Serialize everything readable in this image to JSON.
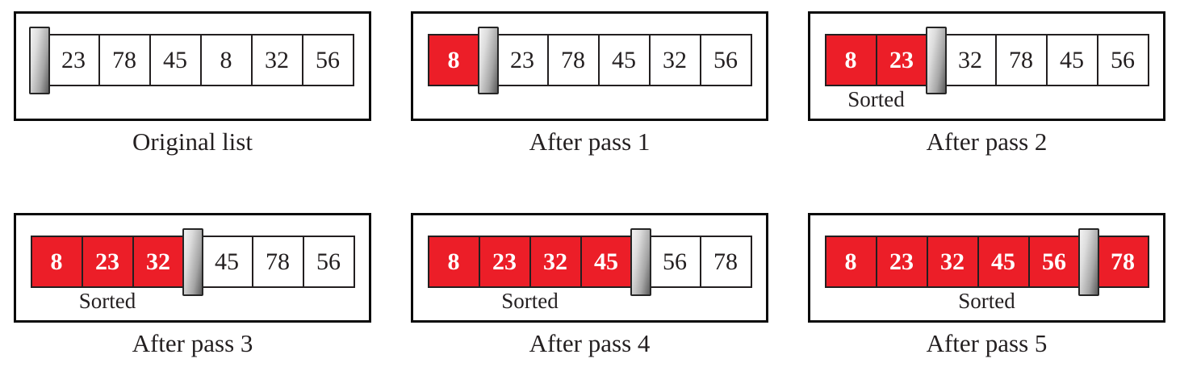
{
  "palette": {
    "sorted_cell_bg": "#ec1e28",
    "sorted_cell_text": "#ffffff",
    "cell_bg": "#ffffff",
    "cell_text": "#231f20",
    "cell_border": "#231f20",
    "outer_border": "#0a0a0a",
    "bar_border": "#262626",
    "caption_text": "#231f20"
  },
  "panels": [
    {
      "caption": "Original list",
      "bar_index": 0,
      "sorted_label": "",
      "sorted_span": "none",
      "cells": [
        {
          "value": "23",
          "sorted": false
        },
        {
          "value": "78",
          "sorted": false
        },
        {
          "value": "45",
          "sorted": false
        },
        {
          "value": "8",
          "sorted": false
        },
        {
          "value": "32",
          "sorted": false
        },
        {
          "value": "56",
          "sorted": false
        }
      ]
    },
    {
      "caption": "After pass 1",
      "bar_index": 1,
      "sorted_label": "",
      "sorted_span": "none",
      "cells": [
        {
          "value": "8",
          "sorted": true
        },
        {
          "value": "23",
          "sorted": false
        },
        {
          "value": "78",
          "sorted": false
        },
        {
          "value": "45",
          "sorted": false
        },
        {
          "value": "32",
          "sorted": false
        },
        {
          "value": "56",
          "sorted": false
        }
      ]
    },
    {
      "caption": "After pass 2",
      "bar_index": 2,
      "sorted_label": "Sorted",
      "sorted_span": "red",
      "cells": [
        {
          "value": "8",
          "sorted": true
        },
        {
          "value": "23",
          "sorted": true
        },
        {
          "value": "32",
          "sorted": false
        },
        {
          "value": "78",
          "sorted": false
        },
        {
          "value": "45",
          "sorted": false
        },
        {
          "value": "56",
          "sorted": false
        }
      ]
    },
    {
      "caption": "After pass 3",
      "bar_index": 3,
      "sorted_label": "Sorted",
      "sorted_span": "red",
      "cells": [
        {
          "value": "8",
          "sorted": true
        },
        {
          "value": "23",
          "sorted": true
        },
        {
          "value": "32",
          "sorted": true
        },
        {
          "value": "45",
          "sorted": false
        },
        {
          "value": "78",
          "sorted": false
        },
        {
          "value": "56",
          "sorted": false
        }
      ]
    },
    {
      "caption": "After pass 4",
      "bar_index": 4,
      "sorted_label": "Sorted",
      "sorted_span": "red",
      "cells": [
        {
          "value": "8",
          "sorted": true
        },
        {
          "value": "23",
          "sorted": true
        },
        {
          "value": "32",
          "sorted": true
        },
        {
          "value": "45",
          "sorted": true
        },
        {
          "value": "56",
          "sorted": false
        },
        {
          "value": "78",
          "sorted": false
        }
      ]
    },
    {
      "caption": "After pass 5",
      "bar_index": 5,
      "sorted_label": "Sorted",
      "sorted_span": "all",
      "cells": [
        {
          "value": "8",
          "sorted": true
        },
        {
          "value": "23",
          "sorted": true
        },
        {
          "value": "32",
          "sorted": true
        },
        {
          "value": "45",
          "sorted": true
        },
        {
          "value": "56",
          "sorted": true
        },
        {
          "value": "78",
          "sorted": true
        }
      ]
    }
  ]
}
